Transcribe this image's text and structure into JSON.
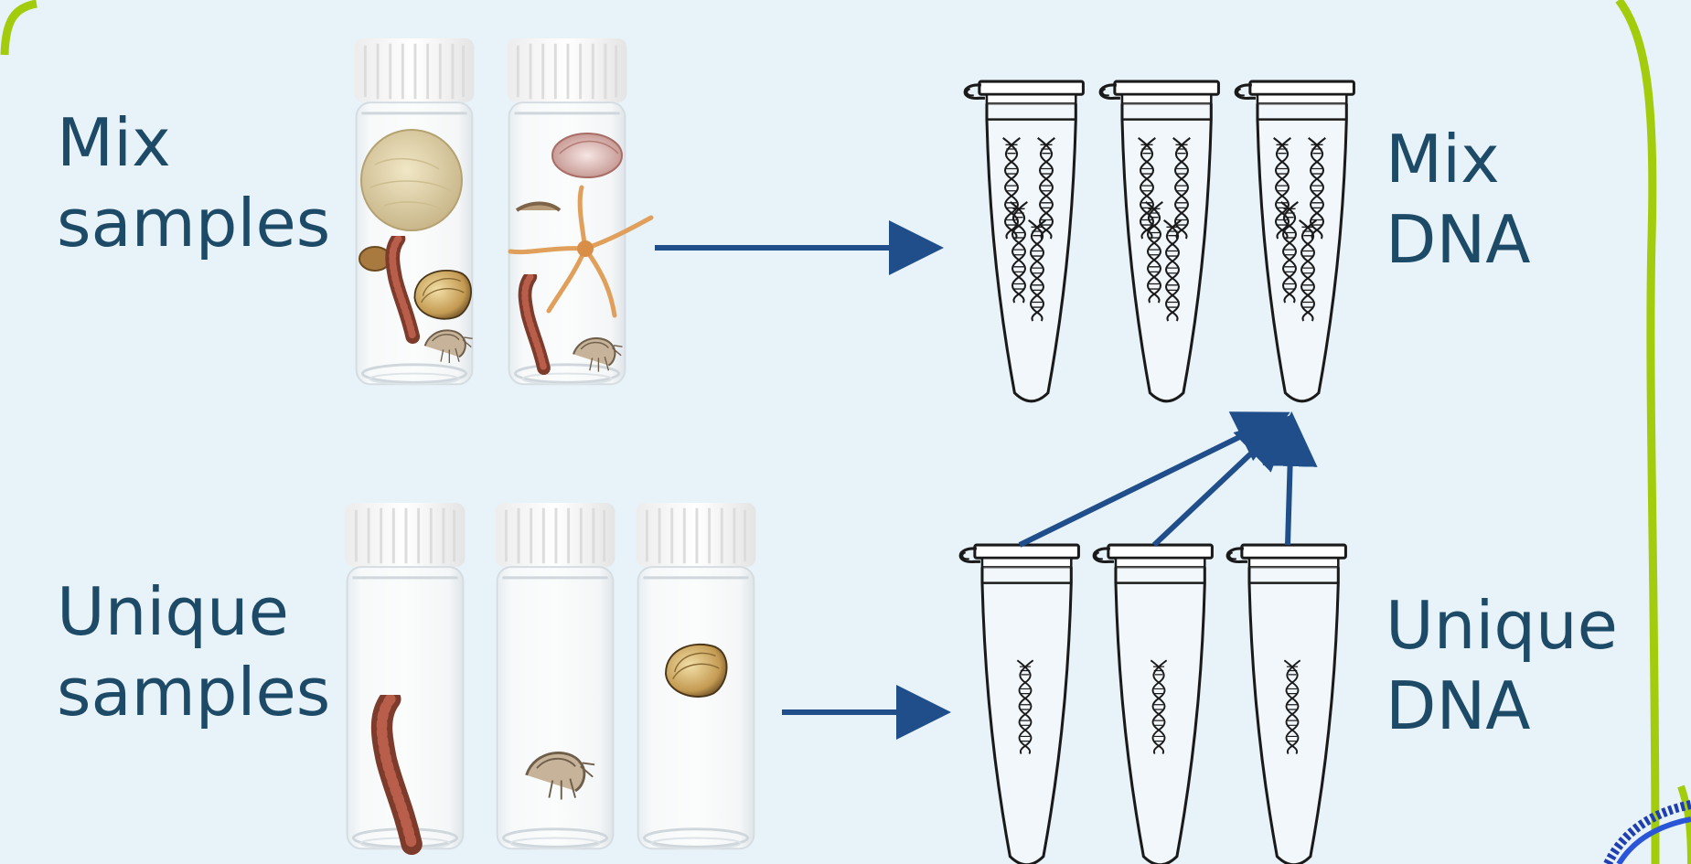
{
  "labels": {
    "mix_samples": {
      "line1": "Mix",
      "line2": "samples"
    },
    "unique_samples": {
      "line1": "Unique",
      "line2": "samples"
    },
    "mix_dna": {
      "line1": "Mix",
      "line2": "DNA"
    },
    "unique_dna": {
      "line1": "Unique",
      "line2": "DNA"
    }
  },
  "colors": {
    "background": "#e8f2f9",
    "frame": "#a3cc0c",
    "arrow": "#1f4e8a",
    "text": "#1d4a66",
    "tube_outline": "#1a1a1a"
  }
}
